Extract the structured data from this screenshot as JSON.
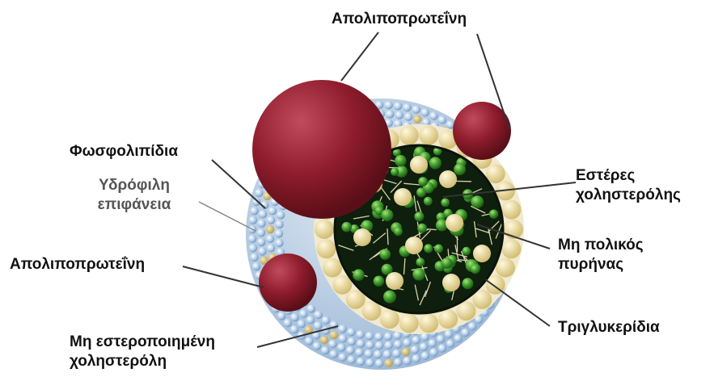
{
  "labels": {
    "apolipoprotein_top": "Απολιποπρωτεΐνη",
    "phospholipids": "Φωσφολιπίδια",
    "hydrophilic_line1": "Υδρόφιλη",
    "hydrophilic_line2": "επιφάνεια",
    "apolipoprotein_left": "Απολιποπρωτεΐνη",
    "unesterified_line1": "Μη εστεροποιημένη",
    "unesterified_line2": "χοληστερόλη",
    "cholesteryl_esters_line1": "Εστέρες",
    "cholesteryl_esters_line2": "χοληστερόλης",
    "nonpolar_core_line1": "Μη πολικός",
    "nonpolar_core_line2": "πυρήνας",
    "triglycerides": "Τριγλυκερίδια"
  },
  "colors": {
    "apolipoprotein": "#8e1c2c",
    "phospholipid_head": "#aecbe8",
    "cholesterol": "#d7c27a",
    "core_bg": "#0e1f0d",
    "core_sphere": "#3e9a2c",
    "ester_sphere": "#e8d9a2",
    "leader_line": "#333333",
    "hydrophilic_text": "#555555"
  }
}
